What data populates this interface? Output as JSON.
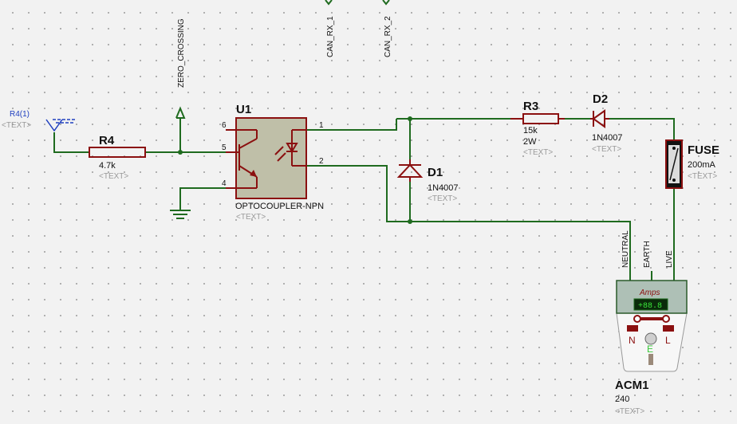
{
  "net_labels": {
    "zero_crossing": "ZERO_CROSSING",
    "can_rx_1": "CAN_RX_1",
    "can_rx_2": "CAN_RX_2"
  },
  "terminal": {
    "name": "R4(1)",
    "text": "<TEXT>"
  },
  "r4": {
    "ref": "R4",
    "value": "4.7k",
    "text": "<TEXT>"
  },
  "u1": {
    "ref": "U1",
    "part": "OPTOCOUPLER-NPN",
    "text": "<TEXT>",
    "pins": [
      "6",
      "5",
      "4",
      "1",
      "2"
    ]
  },
  "r3": {
    "ref": "R3",
    "value": "15k",
    "power": "2W",
    "text": "<TEXT>"
  },
  "d2": {
    "ref": "D2",
    "value": "1N4007",
    "text": "<TEXT>"
  },
  "d1": {
    "ref": "D1",
    "value": "1N4007",
    "text": "<TEXT>"
  },
  "fuse": {
    "ref": "FUSE",
    "value": "200mA",
    "text": "<TEXT>"
  },
  "acm1": {
    "ref": "ACM1",
    "value": "240",
    "text": "<TEXT>",
    "wire_labels": [
      "NEUTRAL",
      "EARTH",
      "LIVE"
    ],
    "meter_label": "Amps",
    "meter_reading": "+88.8",
    "socket_labels": [
      "N",
      "E",
      "L"
    ]
  },
  "colors": {
    "wire": "#1f6b1f",
    "component": "#8b1010",
    "text_placeholder": "#9a9a9a",
    "terminal": "#1f3fbf"
  }
}
